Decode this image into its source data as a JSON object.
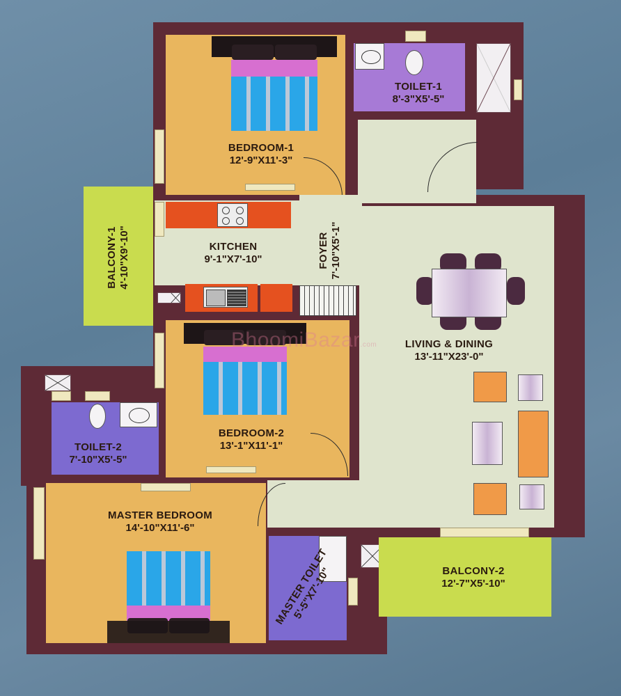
{
  "plan": {
    "rooms": [
      {
        "id": "bedroom-1",
        "name": "BEDROOM-1",
        "dims": "12'-9\"X11'-3\""
      },
      {
        "id": "toilet-1",
        "name": "TOILET-1",
        "dims": "8'-3\"X5'-5\""
      },
      {
        "id": "balcony-1",
        "name": "BALCONY-1",
        "dims": "4'-10\"X9'-10\""
      },
      {
        "id": "kitchen",
        "name": "KITCHEN",
        "dims": "9'-1\"X7'-10\""
      },
      {
        "id": "foyer",
        "name": "FOYER",
        "dims": "7'-10\"X5'-1\""
      },
      {
        "id": "living-dining",
        "name": "LIVING & DINING",
        "dims": "13'-11\"X23'-0\""
      },
      {
        "id": "bedroom-2",
        "name": "BEDROOM-2",
        "dims": "13'-1\"X11'-1\""
      },
      {
        "id": "toilet-2",
        "name": "TOILET-2",
        "dims": "7'-10\"X5'-5\""
      },
      {
        "id": "master-bedroom",
        "name": "MASTER BEDROOM",
        "dims": "14'-10\"X11'-6\""
      },
      {
        "id": "master-toilet",
        "name": "MASTER TOILET",
        "dims": "5'-5\"X7'-10\""
      },
      {
        "id": "balcony-2",
        "name": "BALCONY-2",
        "dims": "12'-7\"X5'-10\""
      }
    ],
    "watermark": {
      "main": "BhoomiBazar",
      "suffix": ".com"
    }
  },
  "colors": {
    "wall": "#5e2a36",
    "bedroom_floor": "#e9b65e",
    "toilet_floor": "#a77ad6",
    "living_floor": "#dfe4cd",
    "balcony_floor": "#c9dc4e",
    "counter": "#e5511f",
    "background": "#6f8fa8"
  }
}
